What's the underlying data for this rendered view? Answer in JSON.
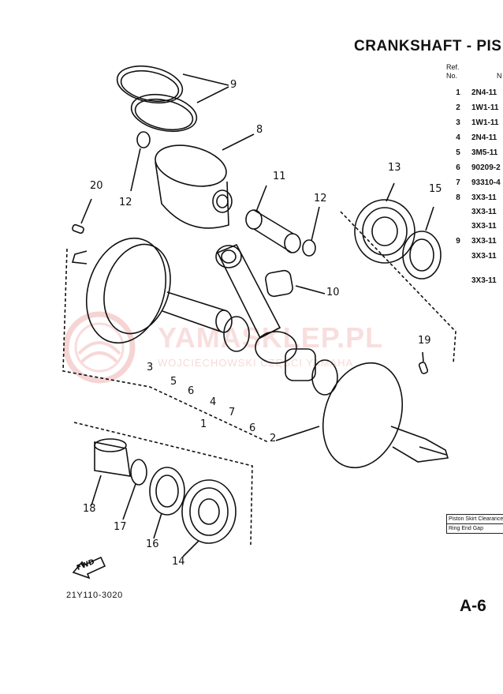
{
  "page": {
    "title": "CRANKSHAFT - PIS",
    "ref_header": "Ref.\nNo.",
    "n_header": "N",
    "page_number": "A-6",
    "drawing_code": "21Y110-3020"
  },
  "parts_table": [
    {
      "ref": "1",
      "part": "2N4-11"
    },
    {
      "ref": "2",
      "part": "1W1-11"
    },
    {
      "ref": "3",
      "part": "1W1-11"
    },
    {
      "ref": "4",
      "part": "2N4-11"
    },
    {
      "ref": "5",
      "part": "3M5-11"
    },
    {
      "ref": "6",
      "part": "90209-2"
    },
    {
      "ref": "7",
      "part": "93310-4"
    },
    {
      "ref": "8",
      "part": "3X3-11"
    },
    {
      "ref": "",
      "part": "3X3-11"
    },
    {
      "ref": "",
      "part": "3X3-11"
    },
    {
      "ref": "9",
      "part": "3X3-11"
    },
    {
      "ref": "",
      "part": "3X3-11"
    },
    {
      "ref": "",
      "part": "3X3-11"
    }
  ],
  "spec_box": [
    "Piston Skirt Clearance",
    "Ring End Gap"
  ],
  "callouts": [
    "1",
    "2",
    "3",
    "4",
    "5",
    "6",
    "7",
    "8",
    "9",
    "10",
    "11",
    "12",
    "13",
    "14",
    "15",
    "16",
    "17",
    "18",
    "19",
    "20",
    "12",
    "6"
  ],
  "fwd_label": "FWD",
  "watermark": {
    "title": "YAMASKLEP.PL",
    "subtitle": "WOJCIECHOWSKI CZĘŚCI YAMAHA"
  }
}
